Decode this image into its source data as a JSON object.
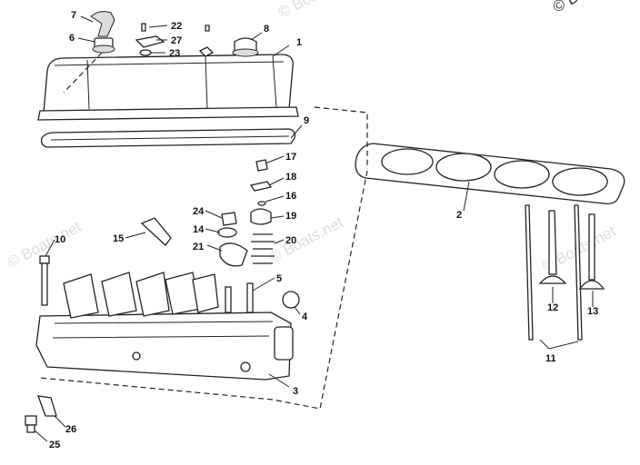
{
  "watermark": {
    "text": "© Boats.net",
    "corner_text": "© B"
  },
  "callouts": {
    "c1": "1",
    "c2": "2",
    "c3": "3",
    "c4": "4",
    "c5": "5",
    "c6": "6",
    "c7": "7",
    "c8": "8",
    "c9": "9",
    "c10": "10",
    "c11": "11",
    "c12": "12",
    "c13": "13",
    "c14": "14",
    "c15": "15",
    "c16": "16",
    "c17": "17",
    "c18": "18",
    "c19": "19",
    "c20": "20",
    "c21": "21",
    "c22": "22",
    "c23": "23",
    "c24": "24",
    "c25": "25",
    "c26": "26",
    "c27": "27"
  }
}
